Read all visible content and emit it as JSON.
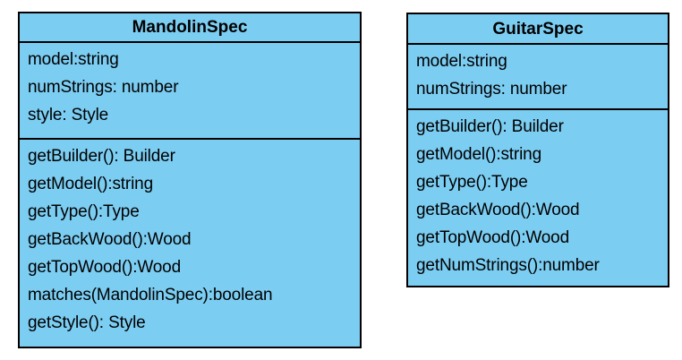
{
  "diagram": {
    "type": "uml-class-diagram",
    "background_color": "#ffffff",
    "classes": [
      {
        "id": "mandolinspec",
        "name": "MandolinSpec",
        "fill_color": "#7ccdf2",
        "border_color": "#000000",
        "attributes": [
          "model:string",
          "numStrings: number",
          "style: Style"
        ],
        "operations": [
          "getBuilder(): Builder",
          "getModel():string",
          "getType():Type",
          "getBackWood():Wood",
          "getTopWood():Wood",
          "matches(MandolinSpec):boolean",
          "getStyle(): Style"
        ]
      },
      {
        "id": "guitarspec",
        "name": "GuitarSpec",
        "fill_color": "#7ccdf2",
        "border_color": "#000000",
        "attributes": [
          "model:string",
          "numStrings: number"
        ],
        "operations": [
          "getBuilder(): Builder",
          "getModel():string",
          "getType():Type",
          "getBackWood():Wood",
          "getTopWood():Wood",
          "getNumStrings():number"
        ]
      }
    ]
  }
}
